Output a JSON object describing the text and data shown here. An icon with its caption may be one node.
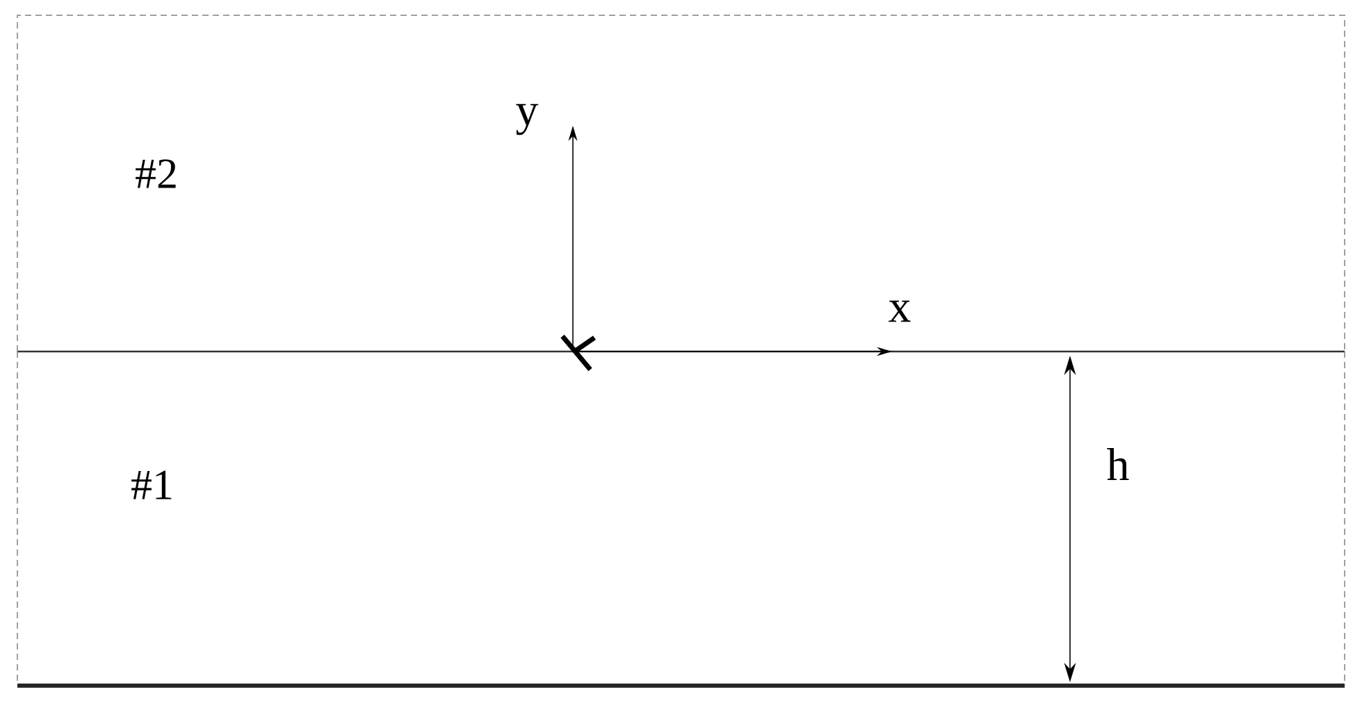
{
  "diagram": {
    "nodes": [
      {
        "text": [
          "#2"
        ]
      },
      {
        "text": [
          "#1"
        ]
      }
    ],
    "labels": [
      "y",
      "x",
      "h"
    ]
  }
}
